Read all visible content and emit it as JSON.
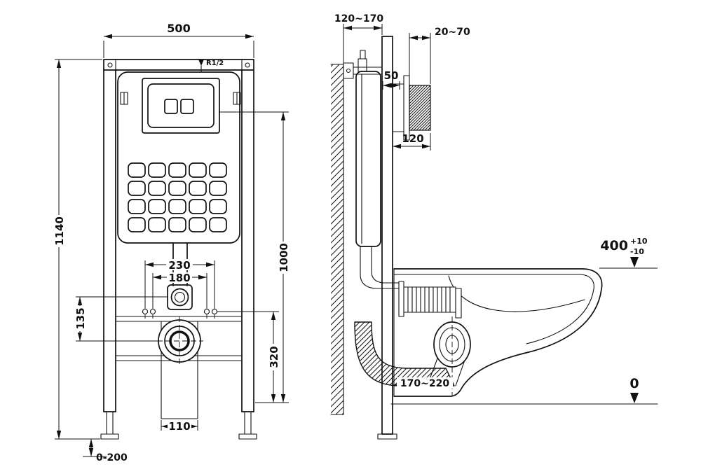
{
  "drawing": {
    "front": {
      "dim_width": "500",
      "dim_height": "1140",
      "dim_plate_center_height": "1000",
      "dim_bracket_spacing": "230",
      "dim_bolt_spacing": "180",
      "dim_inlet_to_drain": "135",
      "dim_drain_center_height": "320",
      "dim_outlet_width": "110",
      "dim_foot_adjustment": "0-200",
      "label_water_inlet": "R1/2"
    },
    "side": {
      "dim_frame_depth": "120~170",
      "dim_plate_spacer": "20~70",
      "dim_gap": "50",
      "dim_plate_offset": "120",
      "dim_drain_offset": "170~220",
      "datum_rim_height": "400",
      "datum_rim_tol_plus": "+10",
      "datum_rim_tol_minus": "-10",
      "datum_floor": "0"
    }
  }
}
